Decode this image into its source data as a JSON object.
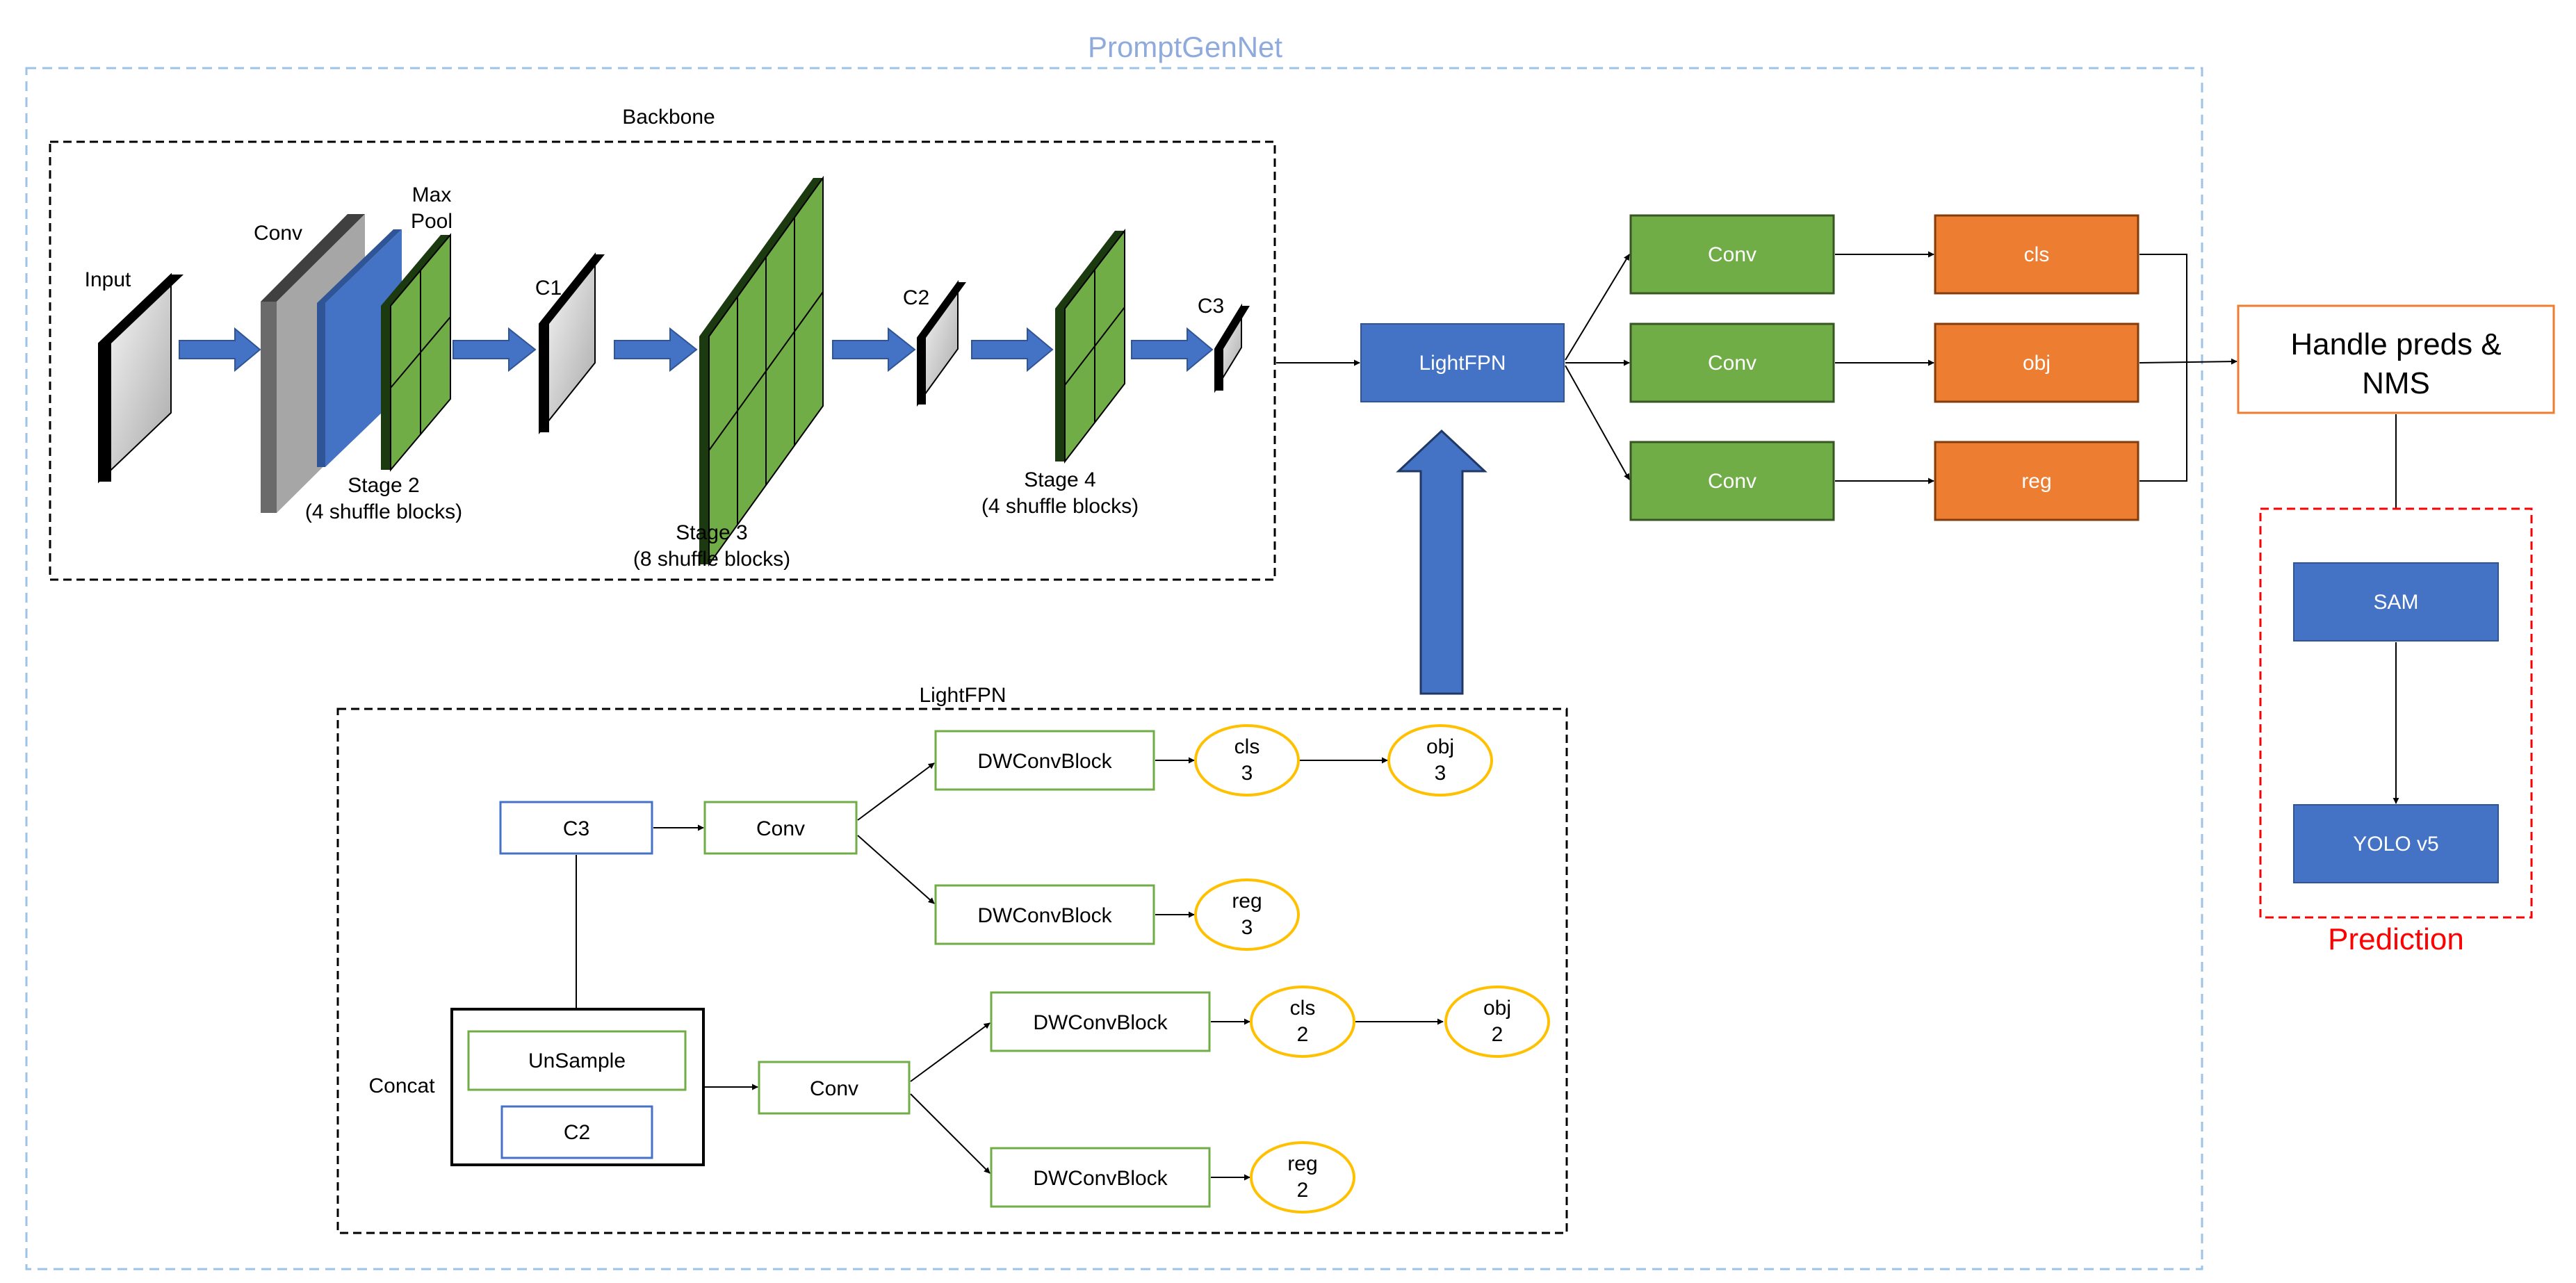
{
  "title": "PromptGenNet",
  "backbone": {
    "title": "Backbone",
    "labels": {
      "input": "Input",
      "conv": "Conv",
      "maxpool_1": "Max",
      "maxpool_2": "Pool",
      "c1": "C1",
      "c2": "C2",
      "c3": "C3",
      "stage2_1": "Stage 2",
      "stage2_2": "(4 shuffle blocks)",
      "stage3_1": "Stage 3",
      "stage3_2": "(8 shuffle blocks)",
      "stage4_1": "Stage 4",
      "stage4_2": "(4 shuffle blocks)"
    }
  },
  "main": {
    "lightfpn": "LightFPN",
    "conv_labels": [
      "Conv",
      "Conv",
      "Conv"
    ],
    "outputs": [
      "cls",
      "obj",
      "reg"
    ],
    "handle": [
      "Handle preds &",
      "NMS"
    ]
  },
  "prediction": {
    "title": "Prediction",
    "sam": "SAM",
    "yolo": "YOLO v5"
  },
  "lightfpn_detail": {
    "title": "LightFPN",
    "c3": "C3",
    "conv_top": "Conv",
    "dw": [
      "DWConvBlock",
      "DWConvBlock",
      "DWConvBlock",
      "DWConvBlock"
    ],
    "concat": "Concat",
    "unsample": "UnSample",
    "c2": "C2",
    "conv_bottom": "Conv",
    "heads": [
      [
        "cls",
        "3"
      ],
      [
        "obj",
        "3"
      ],
      [
        "reg",
        "3"
      ],
      [
        "cls",
        "2"
      ],
      [
        "obj",
        "2"
      ],
      [
        "reg",
        "2"
      ]
    ]
  },
  "colors": {
    "blue": "#4472C4",
    "green": "#70AD47",
    "orange": "#ED7D31",
    "yellow": "#FFC000",
    "red": "#FF0000",
    "frame_blue": "#9DC3E6",
    "title_blue": "#8FAADC"
  }
}
